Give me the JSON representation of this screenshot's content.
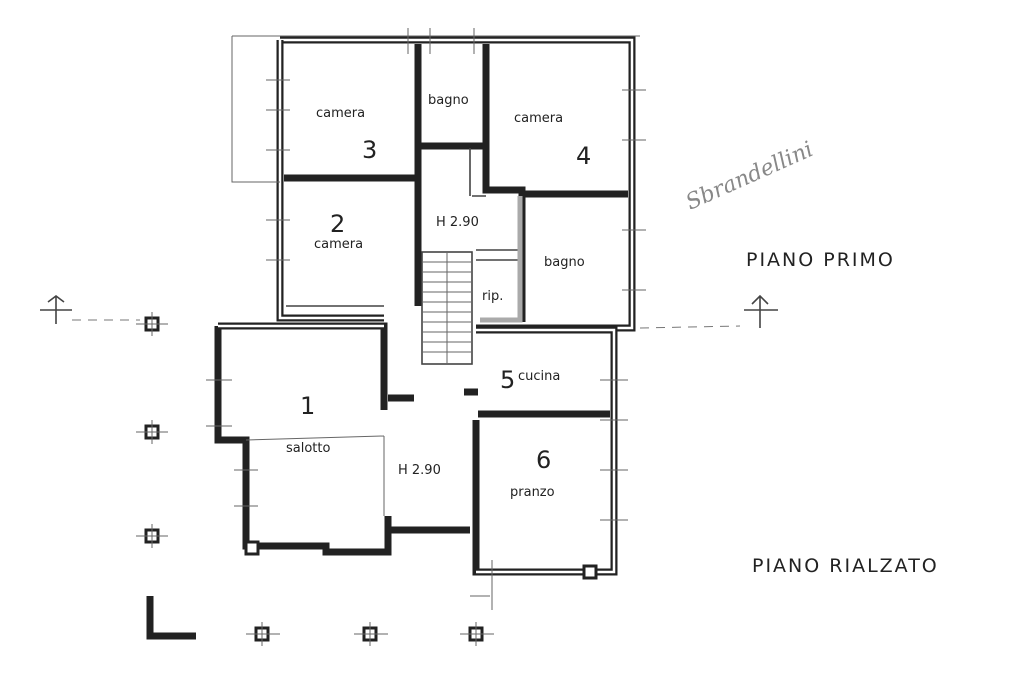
{
  "floors": {
    "upper": {
      "title": "PIANO PRIMO"
    },
    "ground": {
      "title": "PIANO RIALZATO"
    }
  },
  "rooms": {
    "camera3": {
      "label": "camera",
      "number": "3"
    },
    "bagno_top": {
      "label": "bagno"
    },
    "camera4": {
      "label": "camera",
      "number": "4"
    },
    "camera2": {
      "label": "camera",
      "number": "2"
    },
    "bagno_right": {
      "label": "bagno"
    },
    "rip": {
      "label": "rip."
    },
    "cucina": {
      "label": "cucina",
      "number": "5"
    },
    "salotto": {
      "label": "salotto",
      "number": "1"
    },
    "pranzo": {
      "label": "pranzo",
      "number": "6"
    }
  },
  "heights": {
    "upper": "H 2.90",
    "ground": "H 2.90"
  },
  "signature": {
    "text": "Sbrandellini"
  }
}
